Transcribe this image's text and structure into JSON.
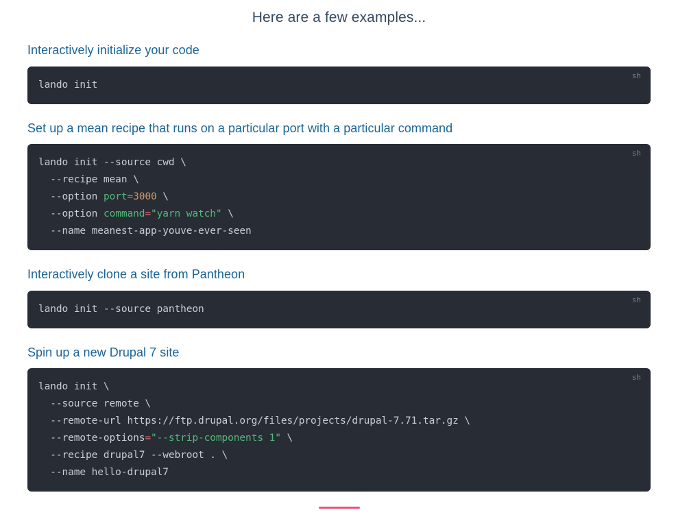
{
  "page": {
    "title": "Here are a few examples...",
    "lang_label": "sh"
  },
  "sections": [
    {
      "heading": "Interactively initialize your code",
      "lang": "sh",
      "code_lines": [
        [
          {
            "t": "lando init",
            "c": "plain"
          }
        ]
      ]
    },
    {
      "heading": "Set up a mean recipe that runs on a particular port with a particular command",
      "lang": "sh",
      "code_lines": [
        [
          {
            "t": "lando init --source cwd \\",
            "c": "plain"
          }
        ],
        [
          {
            "t": "  --recipe mean \\",
            "c": "plain"
          }
        ],
        [
          {
            "t": "  --option ",
            "c": "plain"
          },
          {
            "t": "port",
            "c": "tok-green"
          },
          {
            "t": "=",
            "c": "tok-op"
          },
          {
            "t": "3000",
            "c": "tok-num"
          },
          {
            "t": " \\",
            "c": "plain"
          }
        ],
        [
          {
            "t": "  --option ",
            "c": "plain"
          },
          {
            "t": "command",
            "c": "tok-green"
          },
          {
            "t": "=",
            "c": "tok-op"
          },
          {
            "t": "\"yarn watch\"",
            "c": "tok-str"
          },
          {
            "t": " \\",
            "c": "plain"
          }
        ],
        [
          {
            "t": "  --name meanest-app-youve-ever-seen",
            "c": "plain"
          }
        ]
      ]
    },
    {
      "heading": "Interactively clone a site from Pantheon",
      "lang": "sh",
      "code_lines": [
        [
          {
            "t": "lando init --source pantheon",
            "c": "plain"
          }
        ]
      ]
    },
    {
      "heading": "Spin up a new Drupal 7 site",
      "lang": "sh",
      "code_lines": [
        [
          {
            "t": "lando init \\",
            "c": "plain"
          }
        ],
        [
          {
            "t": "  --source remote \\",
            "c": "plain"
          }
        ],
        [
          {
            "t": "  --remote-url https://ftp.drupal.org/files/projects/drupal-7.71.tar.gz \\",
            "c": "plain"
          }
        ],
        [
          {
            "t": "  --remote-options",
            "c": "plain"
          },
          {
            "t": "=",
            "c": "tok-op"
          },
          {
            "t": "\"--strip-components 1\"",
            "c": "tok-str"
          },
          {
            "t": " \\",
            "c": "plain"
          }
        ],
        [
          {
            "t": "  --recipe drupal7 --webroot . \\",
            "c": "plain"
          }
        ],
        [
          {
            "t": "  --name hello-drupal7",
            "c": "plain"
          }
        ]
      ]
    }
  ],
  "colors": {
    "heading": "#1a6496",
    "title": "#34495e",
    "code_bg": "#282c34",
    "code_fg": "#c8ccd4",
    "accent_rule": "#e5547f",
    "string": "#54b87a",
    "number": "#d19a66",
    "operator": "#e06c75",
    "lang_label": "#7a828e"
  }
}
